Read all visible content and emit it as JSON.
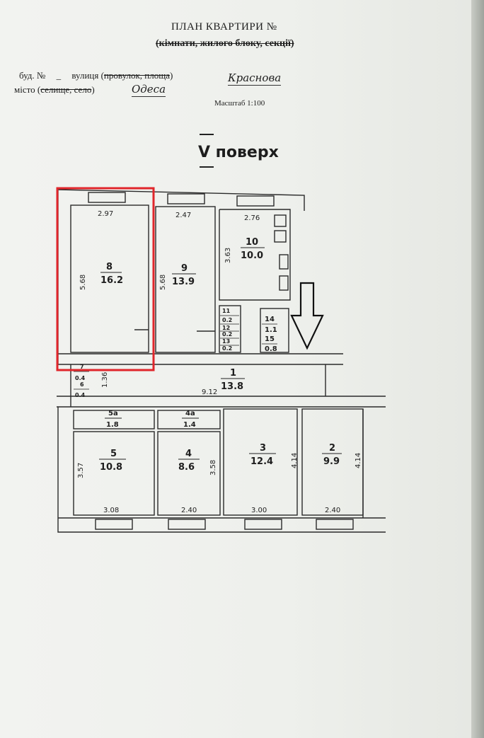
{
  "header": {
    "title": "ПЛАН КВАРТИРИ  №",
    "subtitle": "(кімнати, жилого блоку, секції)",
    "building_label": "буд. №",
    "building_value": "_",
    "street_label_pre": "вулиця (",
    "street_label_strike": "провулок, площа",
    "street_label_post": ")",
    "street_value": "Краснова",
    "city_label_pre": "місто (",
    "city_label_strike": "селище, село",
    "city_label_post": ")",
    "city_value": "Одеса",
    "scale": "Масштаб 1:100",
    "floor": "V поверх"
  },
  "rooms": [
    {
      "num": "8",
      "area": "16.2",
      "width": "2.97",
      "length": "5.68"
    },
    {
      "num": "9",
      "area": "13.9",
      "width": "2.47",
      "length": "5.68"
    },
    {
      "num": "10",
      "area": "10.0",
      "width": "2.76",
      "length": "3.63"
    },
    {
      "num": "11",
      "area": "0.2"
    },
    {
      "num": "12",
      "area": "0.2"
    },
    {
      "num": "13",
      "area": "0.2"
    },
    {
      "num": "14",
      "area": "1.1"
    },
    {
      "num": "15",
      "area": "0.8"
    },
    {
      "num": "7",
      "area": "0.4"
    },
    {
      "num": "6",
      "area": "0.4"
    },
    {
      "num": "1",
      "area": "13.8",
      "width": "1.36",
      "length": "9.12"
    },
    {
      "num": "5a",
      "area": "1.8"
    },
    {
      "num": "4a",
      "area": "1.4"
    },
    {
      "num": "5",
      "area": "10.8",
      "width": "3.08",
      "length": "3.57"
    },
    {
      "num": "4",
      "area": "8.6",
      "width": "2.40",
      "length": "3.58"
    },
    {
      "num": "3",
      "area": "12.4",
      "width": "3.00",
      "length": "4.14"
    },
    {
      "num": "2",
      "area": "9.9",
      "width": "2.40",
      "length": "4.14"
    }
  ],
  "annotations": {
    "highlight_color": "#e0262b",
    "highlight_target": "8",
    "arrow_icon": "arrow-down-icon"
  }
}
